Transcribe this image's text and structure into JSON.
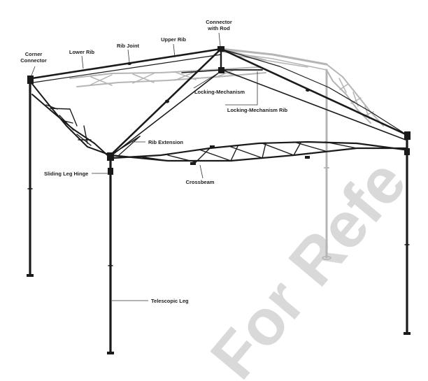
{
  "labels": {
    "connector_rod_1": "Connector",
    "connector_rod_2": "with Rod",
    "upper_rib": "Upper Rib",
    "rib_joint": "Rib Joint",
    "lower_rib": "Lower Rib",
    "corner_connector_1": "Corner",
    "corner_connector_2": "Connector",
    "locking_mechanism": "Locking-Mechanism",
    "locking_mechanism_rib": "Locking-Mechanism Rib",
    "rib_extension": "Rib Extension",
    "sliding_leg_hinge": "Sliding Leg Hinge",
    "crossbeam": "Crossbeam",
    "telescopic_leg": "Telescopic Leg"
  },
  "watermark": "For Refe"
}
